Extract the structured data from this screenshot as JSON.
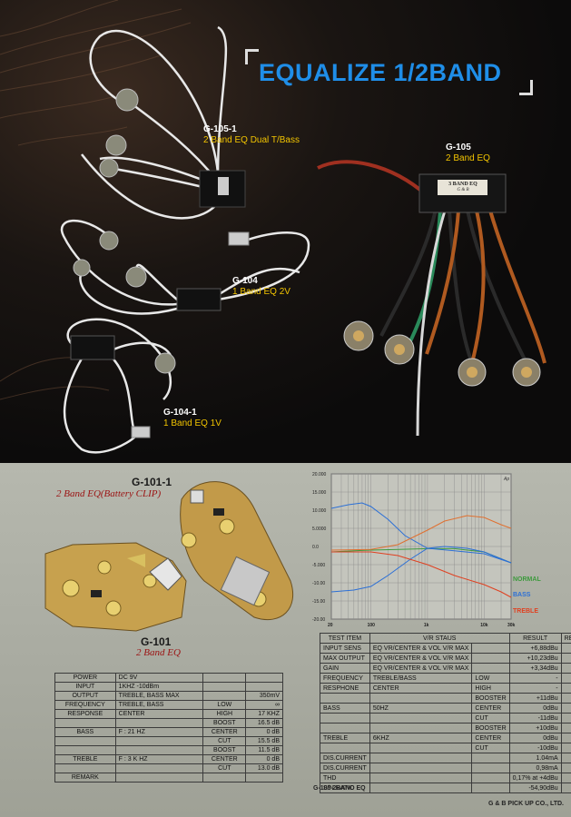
{
  "header": {
    "title": "EQUALIZE 1/2BAND"
  },
  "products": [
    {
      "code": "G-105-1",
      "desc": "2 Band EQ Dual T/Bass"
    },
    {
      "code": "G-105",
      "desc": "2 Band EQ"
    },
    {
      "code": "G-104",
      "desc": "1 Band EQ  2V"
    },
    {
      "code": "G-104-1",
      "desc": "1 Band EQ  1V"
    }
  ],
  "eq_box_label": {
    "line1": "3 BAND EQ",
    "line2": "G & B"
  },
  "pcb": {
    "g1011": {
      "code": "G-101-1",
      "desc": "2 Band EQ(Battery CLIP)"
    },
    "g101": {
      "code": "G-101",
      "desc": "2 Band EQ"
    }
  },
  "chart_data": {
    "type": "line",
    "title": "",
    "xlabel": "",
    "ylabel": "",
    "x_scale": "log",
    "xlim": [
      20,
      30000
    ],
    "ylim": [
      -20,
      20
    ],
    "x_ticks": [
      "20",
      "100",
      "1k",
      "10k",
      "30k"
    ],
    "y_ticks": [
      "20.000",
      "15.000",
      "10.000",
      "5.0000",
      "0.0",
      "-5.000",
      "-10.00",
      "-15.00",
      "-20.00"
    ],
    "corner_label": "Ap",
    "grid": true,
    "legend": [
      "NORMAL",
      "BASS",
      "TREBLE"
    ],
    "colors": {
      "normal": "#3d9a3d",
      "bass": "#2b6fd6",
      "treble": "#e04020",
      "treble_cut": "#e07030"
    },
    "series": [
      {
        "name": "NORMAL",
        "x": [
          20,
          50,
          100,
          300,
          1000,
          3000,
          10000,
          30000
        ],
        "y": [
          -1.5,
          -1.2,
          -1.0,
          -0.8,
          -0.6,
          -0.6,
          -1.5,
          -4.5
        ]
      },
      {
        "name": "BASS",
        "x": [
          20,
          40,
          70,
          100,
          200,
          400,
          1000,
          3000,
          10000,
          30000
        ],
        "y": [
          10.5,
          11.5,
          12.0,
          11.0,
          7.5,
          3.0,
          -0.5,
          -1.2,
          -2.0,
          -4.5
        ]
      },
      {
        "name": "BASS",
        "x": [
          20,
          50,
          100,
          200,
          500,
          1000,
          2000,
          5000,
          10000,
          30000
        ],
        "y": [
          -12.5,
          -12.0,
          -11.0,
          -8.0,
          -3.5,
          -0.5,
          0.0,
          -0.5,
          -1.5,
          -4.5
        ]
      },
      {
        "name": "TREBLE",
        "x": [
          20,
          100,
          300,
          1000,
          2000,
          5000,
          10000,
          20000,
          30000
        ],
        "y": [
          -1.0,
          -0.8,
          0.5,
          4.5,
          7.0,
          8.5,
          8.0,
          6.0,
          5.0
        ]
      },
      {
        "name": "TREBLE",
        "x": [
          20,
          100,
          300,
          1000,
          3000,
          10000,
          20000,
          30000
        ],
        "y": [
          -1.5,
          -1.5,
          -2.5,
          -5.0,
          -8.0,
          -10.5,
          -12.5,
          -14.0
        ]
      }
    ]
  },
  "spec_table": {
    "rows": [
      [
        "POWER",
        "DC 9V",
        "",
        ""
      ],
      [
        "INPUT",
        "1KHZ -10dBm",
        "",
        ""
      ],
      [
        "OUTPUT",
        "TREBLE, BASS  MAX",
        "",
        "350mV"
      ],
      [
        "FREQUENCY",
        "TREBLE, BASS",
        "LOW",
        "∞"
      ],
      [
        "RESPONSE",
        "CENTER",
        "HIGH",
        "17 KHZ"
      ],
      [
        "",
        "",
        "BOOST",
        "16.5 dB"
      ],
      [
        "BASS",
        "F : 21 HZ",
        "CENTER",
        "0 dB"
      ],
      [
        "",
        "",
        "CUT",
        "15.5 dB"
      ],
      [
        "",
        "",
        "BOOST",
        "11.5 dB"
      ],
      [
        "TREBLE",
        "F : 3 K HZ",
        "CENTER",
        "0 dB"
      ],
      [
        "",
        "",
        "CUT",
        "13.0 dB"
      ],
      [
        "REMARK",
        "",
        "",
        ""
      ]
    ]
  },
  "test_table": {
    "headers": [
      "TEST ITEM",
      "V/R STAUS",
      "RESULT",
      "REMARK"
    ],
    "rows": [
      [
        "INPUT SENS",
        "EQ VR/CENTER & VOL V/R MAX",
        "",
        "+6,88dBu"
      ],
      [
        "MAX OUTPUT",
        "EQ VR/CENTER & VOL V/R MAX",
        "",
        "+10,23dBu"
      ],
      [
        "GAIN",
        "EQ VR/CENTER & VOL V/R MAX",
        "",
        "+3,34dBu"
      ],
      [
        "FREQUENCY",
        "TREBLE/BASS",
        "LOW",
        "-"
      ],
      [
        "RESPHONE",
        "CENTER",
        "HIGH",
        "-"
      ],
      [
        "",
        "",
        "BOOSTER",
        "+11dBu"
      ],
      [
        "BASS",
        "50HZ",
        "CENTER",
        "0dBu"
      ],
      [
        "",
        "",
        "CUT",
        "-11dBu"
      ],
      [
        "",
        "",
        "BOOSTER",
        "+10dBu"
      ],
      [
        "TREBLE",
        "6KHZ",
        "CENTER",
        "0dBu"
      ],
      [
        "",
        "",
        "CUT",
        "-10dBu"
      ],
      [
        "DIS.CURRENT",
        "",
        "",
        "1.04mA"
      ],
      [
        "DIS.CURRENT",
        "",
        "",
        "0,98mA"
      ],
      [
        "THD",
        "",
        "",
        "0,17% at +4dBu"
      ],
      [
        "S/N RATIO",
        "",
        "",
        "-54,90dBu"
      ]
    ],
    "caption": "G-105 2BAND EQ"
  },
  "footer": {
    "company": "G & B PICK UP CO., LTD."
  }
}
